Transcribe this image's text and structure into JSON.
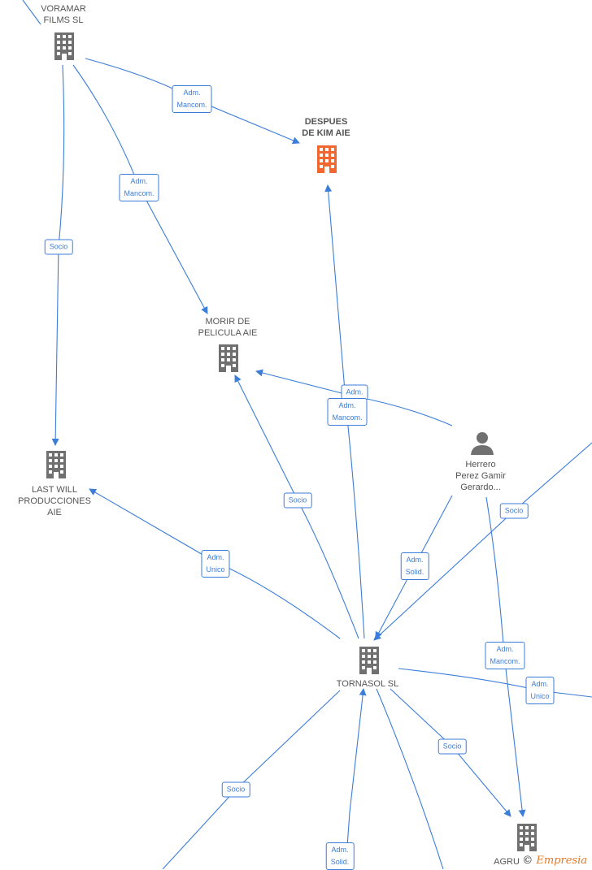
{
  "colors": {
    "edge": "#3b7dd8",
    "building": "#707070",
    "highlight": "#f2672f",
    "person": "#707070"
  },
  "nodes": {
    "voramar": {
      "label": "VORAMAR\nFILMS  SL",
      "icon": "building-icon"
    },
    "despues": {
      "label": "DESPUES\nDE KIM  AIE",
      "icon": "building-icon"
    },
    "morir": {
      "label": "MORIR DE\nPELICULA AIE",
      "icon": "building-icon"
    },
    "lastwill": {
      "label": "LAST WILL\nPRODUCCIONES\nAIE",
      "icon": "building-icon"
    },
    "tornasol": {
      "label": "TORNASOL  SL",
      "icon": "building-icon"
    },
    "herrero": {
      "label": "Herrero\nPerez Gamir\nGerardo...",
      "icon": "person-icon"
    },
    "agru": {
      "label": "AGRU",
      "icon": "building-icon"
    }
  },
  "edges": {
    "e1": "Adm.\nMancom.",
    "e2": "Adm.\nMancom.",
    "e3": "Socio",
    "e4": "Adm.",
    "e5": "Adm.\nMancom.",
    "e6": "Socio",
    "e7": "Adm.\nUnico",
    "e8": "Adm.\nSolid.",
    "e9": "Socio",
    "e10": "Adm.\nMancom.",
    "e11": "Adm.\nUnico",
    "e12": "Socio",
    "e13": "Socio",
    "e14": "Adm.\nSolid."
  },
  "footer": {
    "copyright": "©",
    "brand": "Empresia"
  }
}
